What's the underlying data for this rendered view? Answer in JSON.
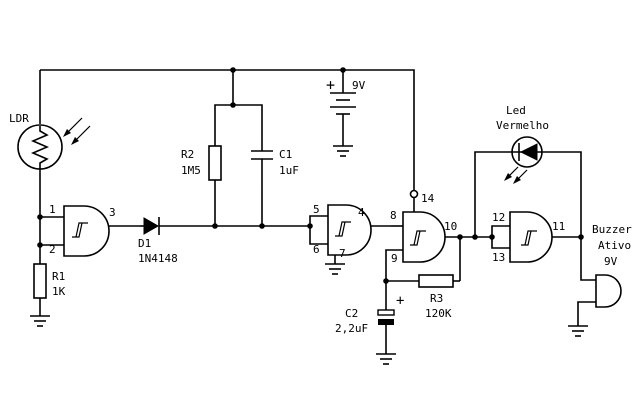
{
  "components": {
    "ldr": {
      "label": "LDR"
    },
    "r1": {
      "ref": "R1",
      "value": "1K"
    },
    "r2": {
      "ref": "R2",
      "value": "1M5"
    },
    "r3": {
      "ref": "R3",
      "value": "120K"
    },
    "c1": {
      "ref": "C1",
      "value": "1uF"
    },
    "c2": {
      "ref": "C2",
      "value": "2,2uF"
    },
    "d1": {
      "ref": "D1",
      "value": "1N4148"
    },
    "battery": {
      "label": "9V"
    },
    "led": {
      "line1": "Led",
      "line2": "Vermelho"
    },
    "buzzer": {
      "line1": "Buzzer",
      "line2": "Ativo",
      "line3": "9V"
    }
  },
  "pins": {
    "g1_in1": "1",
    "g1_in2": "2",
    "g1_out": "3",
    "g2_in1": "5",
    "g2_in2": "6",
    "g2_out": "4",
    "g2_gnd": "7",
    "g3_in1": "8",
    "g3_in2": "9",
    "g3_out": "10",
    "g3_vcc": "14",
    "g4_in1": "12",
    "g4_in2": "13",
    "g4_out": "11"
  },
  "polarity": {
    "battery_plus": "+",
    "c2_plus": "+"
  }
}
